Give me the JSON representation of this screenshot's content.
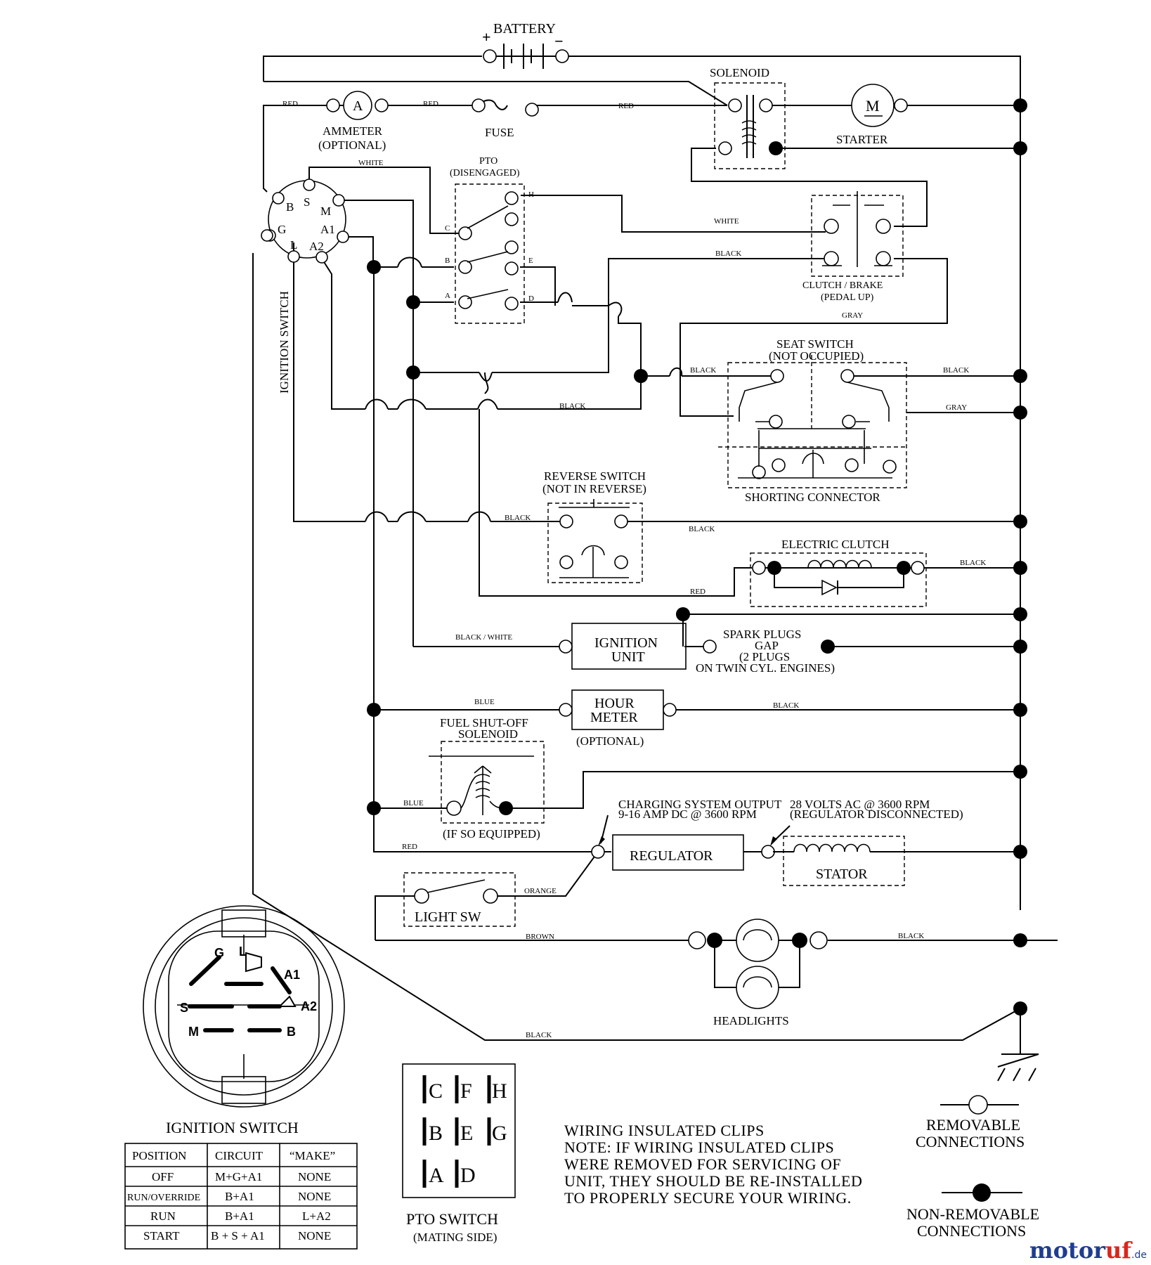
{
  "diagram": {
    "components": {
      "battery": "BATTERY",
      "battery_plus": "+",
      "battery_minus": "−",
      "solenoid": "SOLENOID",
      "ammeter_symbol": "A",
      "ammeter": "AMMETER",
      "ammeter_opt": "(OPTIONAL)",
      "fuse": "FUSE",
      "starter_symbol": "M",
      "starter": "STARTER",
      "pto_title": "PTO",
      "pto_sub": "(DISENGAGED)",
      "clutch_brake": "CLUTCH / BRAKE",
      "clutch_brake_sub": "(PEDAL UP)",
      "seat_switch": "SEAT SWITCH",
      "seat_switch_sub": "(NOT OCCUPIED)",
      "shorting_connector": "SHORTING CONNECTOR",
      "reverse_switch": "REVERSE SWITCH",
      "reverse_switch_sub": "(NOT IN REVERSE)",
      "electric_clutch": "ELECTRIC CLUTCH",
      "ignition_unit_1": "IGNITION",
      "ignition_unit_2": "UNIT",
      "spark_1": "SPARK PLUGS",
      "spark_2": "GAP",
      "spark_3": "(2 PLUGS",
      "spark_4": "ON TWIN CYL. ENGINES)",
      "hour_meter_1": "HOUR",
      "hour_meter_2": "METER",
      "hour_meter_opt": "(OPTIONAL)",
      "fuel_1": "FUEL SHUT-OFF",
      "fuel_2": "SOLENOID",
      "fuel_3": "(IF SO EQUIPPED)",
      "charging_1": "CHARGING SYSTEM OUTPUT",
      "charging_2": "9-16 AMP DC @ 3600 RPM",
      "volts_1": "28 VOLTS AC @ 3600 RPM",
      "volts_2": "(REGULATOR DISCONNECTED)",
      "regulator": "REGULATOR",
      "stator": "STATOR",
      "light_sw": "LIGHT SW",
      "headlights": "HEADLIGHTS",
      "ignition_switch_vertical": "IGNITION SWITCH"
    },
    "terminals": {
      "ign": [
        "B",
        "S",
        "M",
        "G",
        "A1",
        "L",
        "A2"
      ],
      "pto": [
        "C",
        "B",
        "A",
        "H",
        "E",
        "D"
      ]
    },
    "wire_labels": {
      "red_1": "RED",
      "red_2": "RED",
      "red_3": "RED",
      "white_1": "WHITE",
      "white_2": "WHITE",
      "black_clutch": "BLACK",
      "gray_clutch": "GRAY",
      "black_seat_l": "BLACK",
      "black_seat_r": "BLACK",
      "gray_seat_r": "GRAY",
      "black_mid": "BLACK",
      "black_rev_l": "BLACK",
      "black_rev_r": "BLACK",
      "black_eclutch": "BLACK",
      "red_eclutch": "RED",
      "black_white": "BLACK / WHITE",
      "blue_1": "BLUE",
      "black_hour": "BLACK",
      "blue_2": "BLUE",
      "red_reg": "RED",
      "orange": "ORANGE",
      "brown": "BROWN",
      "black_head": "BLACK",
      "black_gnd": "BLACK"
    }
  },
  "ignition_diagram": {
    "labels": [
      "G",
      "L",
      "A1",
      "A2",
      "S",
      "M",
      "B"
    ],
    "title": "IGNITION SWITCH"
  },
  "ignition_table": {
    "headers": [
      "POSITION",
      "CIRCUIT",
      "“MAKE”"
    ],
    "rows": [
      [
        "OFF",
        "M+G+A1",
        "NONE"
      ],
      [
        "RUN/OVERRIDE",
        "B+A1",
        "NONE"
      ],
      [
        "RUN",
        "B+A1",
        "L+A2"
      ],
      [
        "START",
        "B + S + A1",
        "NONE"
      ]
    ]
  },
  "pto_switch": {
    "grid": [
      "C",
      "F",
      "H",
      "B",
      "E",
      "G",
      "A",
      "D"
    ],
    "title": "PTO SWITCH",
    "subtitle": "(MATING SIDE)"
  },
  "note": {
    "lines": [
      "WIRING INSULATED CLIPS",
      "NOTE:  IF WIRING INSULATED CLIPS",
      "WERE REMOVED FOR SERVICING OF",
      "UNIT, THEY SHOULD BE RE-INSTALLED",
      "TO PROPERLY SECURE YOUR WIRING."
    ]
  },
  "legend": {
    "removable_1": "REMOVABLE",
    "removable_2": "CONNECTIONS",
    "nonremovable_1": "NON-REMOVABLE",
    "nonremovable_2": "CONNECTIONS"
  },
  "logo": {
    "main": "motor",
    "accent": "uf",
    "suffix": ".de"
  }
}
